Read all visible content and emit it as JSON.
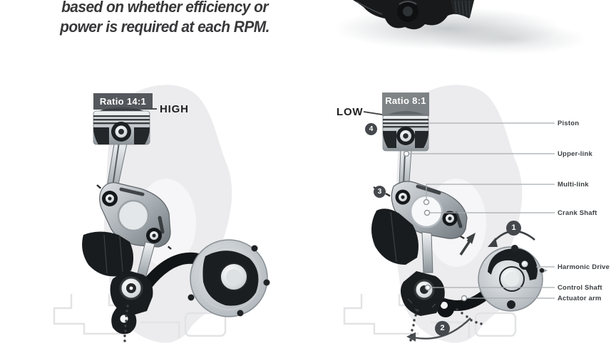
{
  "headline": {
    "line1": "based on whether efficiency or",
    "line2": "power is required at each RPM."
  },
  "left_diagram": {
    "ratio_label": "Ratio 14:1",
    "state_label": "HIGH"
  },
  "right_diagram": {
    "ratio_label": "Ratio 8:1",
    "state_label": "LOW",
    "steps": [
      "1",
      "2",
      "3",
      "4"
    ],
    "labels": [
      "Piston",
      "Upper-link",
      "Multi-link",
      "Crank Shaft",
      "Harmonic Drive",
      "Control Shaft",
      "Actuator arm"
    ]
  },
  "colors": {
    "badge_dark": "#45494d",
    "ratio_box_high": "#464a4e",
    "ratio_box_low": "#686e72",
    "metal_light": "#e8ebed",
    "metal_mid": "#9aa1a6",
    "part_dark": "#16191b",
    "leader_line": "#a8acb0",
    "text_dark": "#38383a",
    "watermark": "#ececee"
  }
}
